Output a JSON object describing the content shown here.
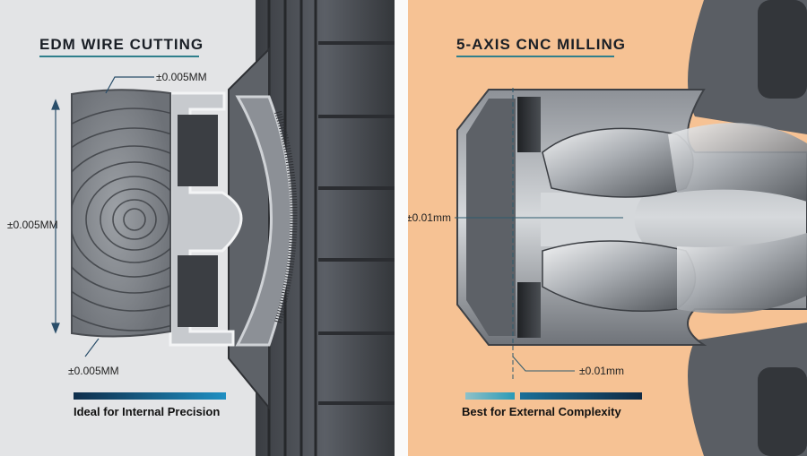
{
  "left_panel": {
    "title": "EDM WIRE CUTTING",
    "dims": {
      "top": "±0.005MM",
      "side": "±0.005MM",
      "bottom": "±0.005MM"
    },
    "caption": "Ideal for Internal Precision"
  },
  "right_panel": {
    "title": "5-AXIS CNC MILLING",
    "dims": {
      "side": "±0.01mm",
      "bottom": "±0.01mm"
    },
    "caption": "Best for External Complexity"
  },
  "colors": {
    "left_background": "#e3e4e6",
    "right_background": "#f6c294",
    "title_underline": "#2f7f8c",
    "steel_dark": "#44474c",
    "steel_light": "#c9cccf"
  }
}
